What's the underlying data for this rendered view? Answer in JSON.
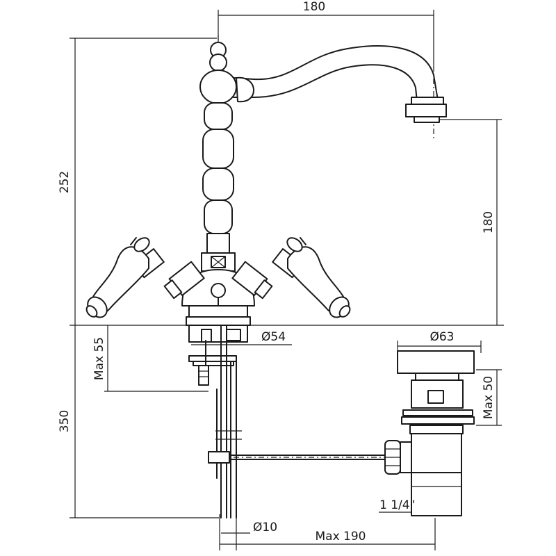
{
  "dimensions": {
    "top_width": "180",
    "total_height": "252",
    "spout_height": "180",
    "connector_diameter": "Ø54",
    "max_deck_thickness_tap": "Max 55",
    "pipe_length": "350",
    "waste_diameter": "Ø63",
    "max_deck_thickness_waste": "Max 50",
    "waste_thread": "1 1/4\"",
    "rod_diameter": "Ø10",
    "max_rod_reach": "Max 190"
  }
}
